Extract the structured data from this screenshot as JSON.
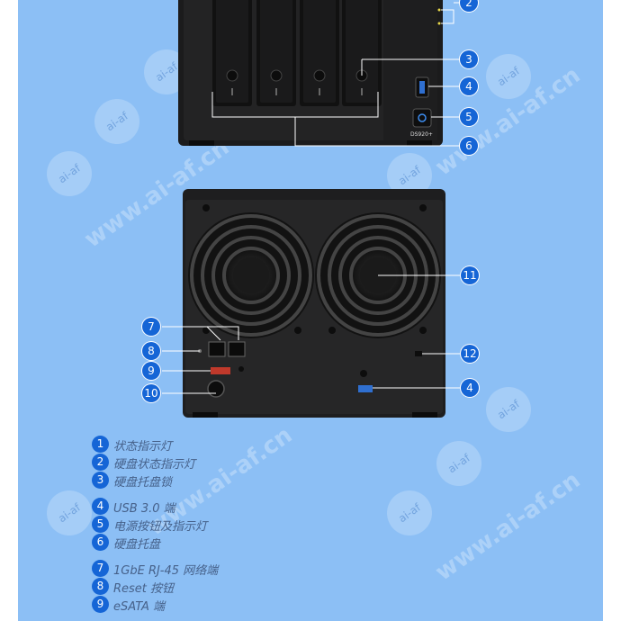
{
  "watermark": {
    "text": "www.ai-af.cn",
    "badge": "ai-af"
  },
  "device": {
    "model_label": "DS920+"
  },
  "callouts": {
    "front": [
      "2",
      "3",
      "4",
      "5",
      "6"
    ],
    "rear": [
      "7",
      "8",
      "9",
      "10",
      "11",
      "12",
      "4"
    ]
  },
  "legend": [
    {
      "num": "1",
      "label": "状态指示灯"
    },
    {
      "num": "2",
      "label": "硬盘状态指示灯"
    },
    {
      "num": "3",
      "label": "硬盘托盘锁"
    },
    {
      "num": "4",
      "label": "USB 3.0 端"
    },
    {
      "num": "5",
      "label": "电源按钮及指示灯"
    },
    {
      "num": "6",
      "label": "硬盘托盘"
    },
    {
      "num": "7",
      "label": "1GbE RJ-45 网络端"
    },
    {
      "num": "8",
      "label": "Reset 按钮"
    },
    {
      "num": "9",
      "label": "eSATA 端"
    }
  ]
}
